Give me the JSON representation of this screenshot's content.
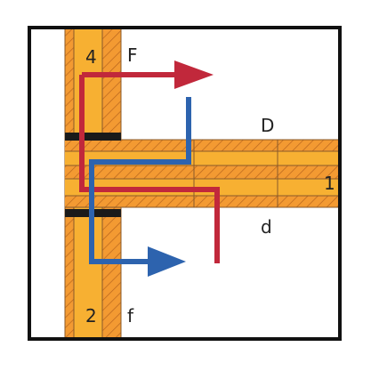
{
  "labels": {
    "wall_top": "4",
    "wall_bottom": "2",
    "floor": "1",
    "upper_space": "F",
    "lower_space": "f",
    "floor_upper": "D",
    "floor_lower": "d"
  },
  "colors": {
    "board": "#F7B032",
    "hatch_board": "#F39A32",
    "hatch_line": "#B8651E",
    "seal": "#1a1a1a",
    "frame": "#111111",
    "flow_red": "#C1283B",
    "flow_blue": "#2D63AE"
  }
}
